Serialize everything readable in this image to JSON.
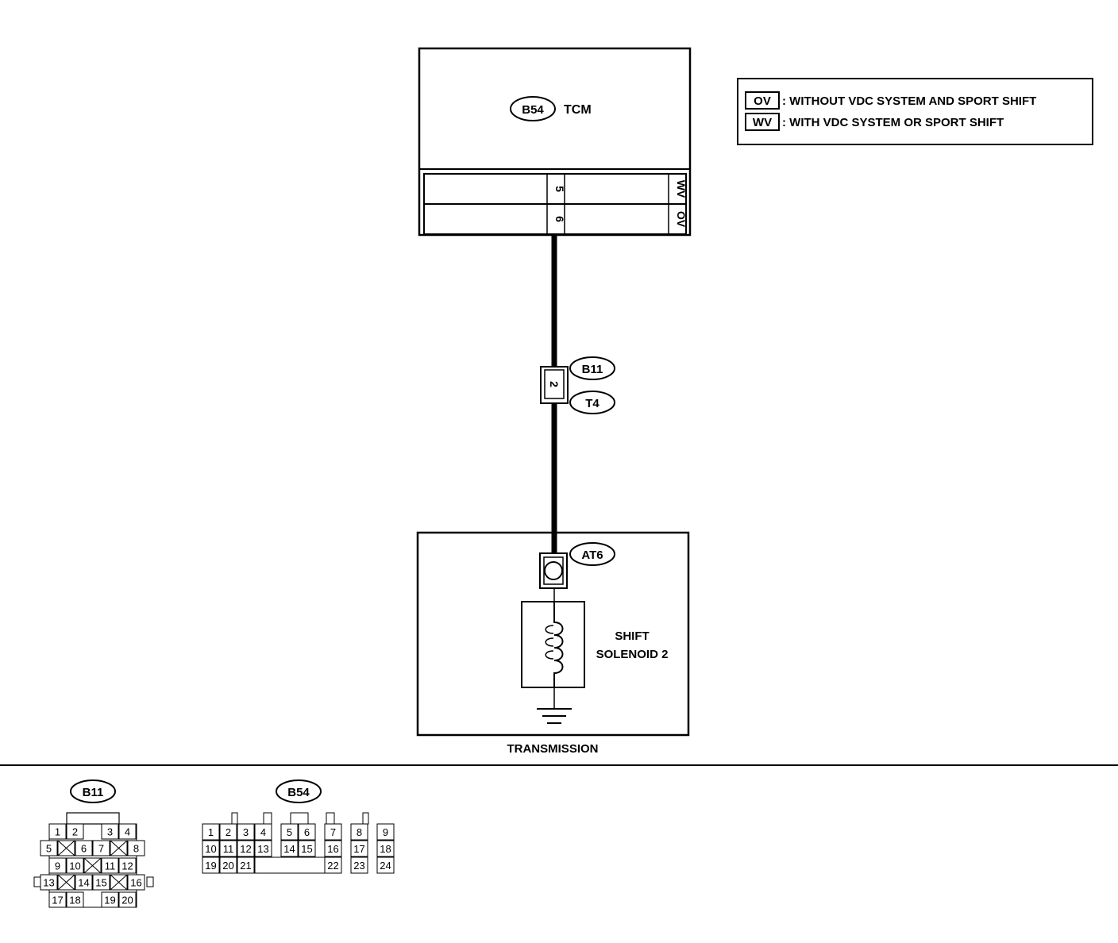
{
  "tcm": {
    "connector": "B54",
    "label": "TCM",
    "pin5": "5",
    "pin6": "6",
    "tag5": "WV",
    "tag6": "OV"
  },
  "legend": {
    "ov_code": "OV",
    "ov_text": ": WITHOUT VDC SYSTEM AND SPORT SHIFT",
    "wv_code": "WV",
    "wv_text": ": WITH VDC SYSTEM OR SPORT SHIFT"
  },
  "midconn": {
    "top": "B11",
    "bottom": "T4",
    "pin": "2"
  },
  "transmission": {
    "connector": "AT6",
    "solenoid_l1": "SHIFT",
    "solenoid_l2": "SOLENOID 2",
    "label": "TRANSMISSION"
  },
  "b11_view": {
    "title": "B11",
    "rows": [
      [
        "1",
        "2",
        "3",
        "4"
      ],
      [
        "5",
        "6",
        "7",
        "8"
      ],
      [
        "9",
        "10",
        "11",
        "12"
      ],
      [
        "13",
        "14",
        "15",
        "16"
      ],
      [
        "17",
        "18",
        "19",
        "20"
      ]
    ]
  },
  "b54_view": {
    "title": "B54",
    "rows": [
      [
        "1",
        "2",
        "3",
        "4",
        "5",
        "6",
        "7",
        "8",
        "9"
      ],
      [
        "10",
        "11",
        "12",
        "13",
        "14",
        "15",
        "16",
        "17",
        "18"
      ],
      [
        "19",
        "20",
        "21",
        "22",
        "23",
        "24"
      ]
    ]
  }
}
